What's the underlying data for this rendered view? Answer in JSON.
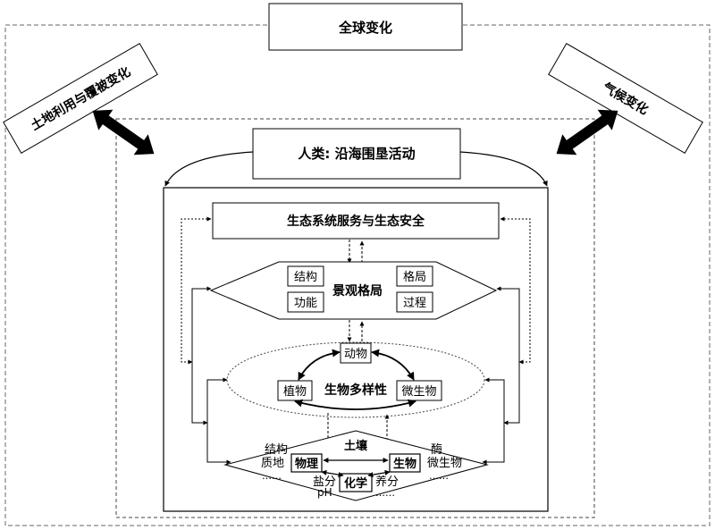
{
  "nodes": {
    "global_change": "全球变化",
    "land_use": "土地利用与覆被变化",
    "climate_change": "气候变化",
    "human_activity": "人类: 沿海围垦活动",
    "ecosystem_service": "生态系统服务与生态安全",
    "landscape_pattern": "景观格局",
    "structure": "结构",
    "function": "功能",
    "pattern": "格局",
    "process": "过程",
    "biodiversity": "生物多样性",
    "animal": "动物",
    "plant": "植物",
    "microbe": "微生物",
    "soil": "土壤",
    "physical": "物理",
    "biological": "生物",
    "chemical": "化学"
  },
  "labels": {
    "structure2": "结构",
    "texture": "质地",
    "enzyme": "酶",
    "microbe2": "微生物",
    "salt": "盐分",
    "ph": "pH",
    "nutrient": "养分",
    "ellipsis": "……"
  }
}
